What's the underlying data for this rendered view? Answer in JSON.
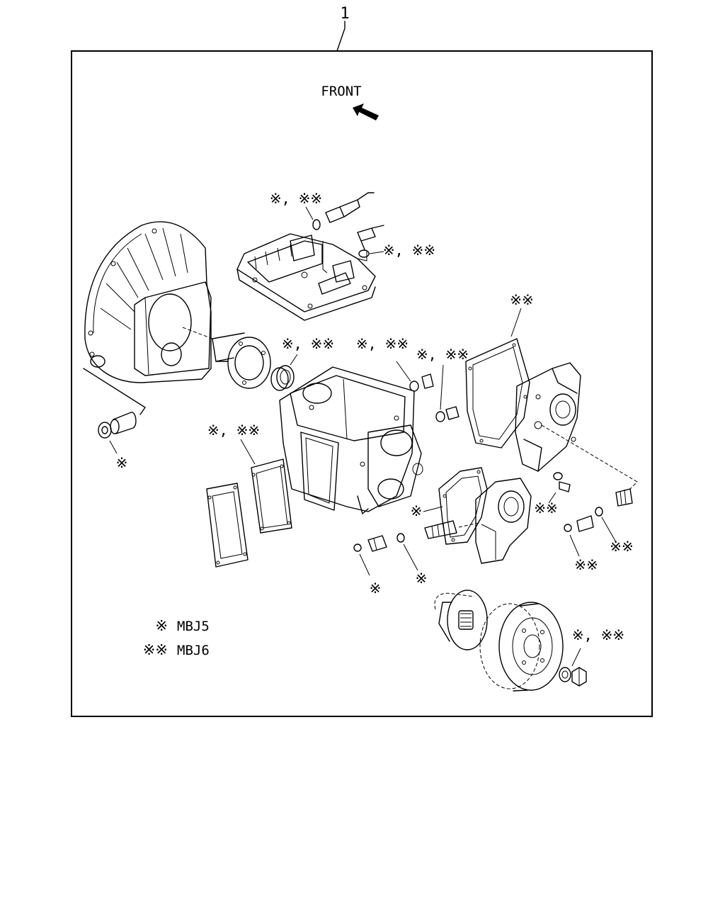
{
  "callout_number": "1",
  "front_label": "FRONT",
  "labels": {
    "solenoid_washer": "※, ※※",
    "valve_washer": "※, ※※",
    "pilot_bearing_note": "※",
    "oil_seal_note": "※, ※※",
    "case_gasket_note": "※, ※※",
    "plug_note_1": "※, ※※",
    "plug_note_2": "※, ※※",
    "rear_cover_gasket_note": "※※",
    "extension_gasket_note": "※",
    "small_plug_note": "※※",
    "right_plug_note_1": "※※",
    "right_plug_note_2": "※※",
    "front_plug_note_1": "※",
    "front_plug_note_2": "※",
    "flange_nut_note": "※, ※※"
  },
  "legend": [
    {
      "symbol": "※",
      "code": "MBJ5"
    },
    {
      "symbol": "※※",
      "code": "MBJ6"
    }
  ]
}
